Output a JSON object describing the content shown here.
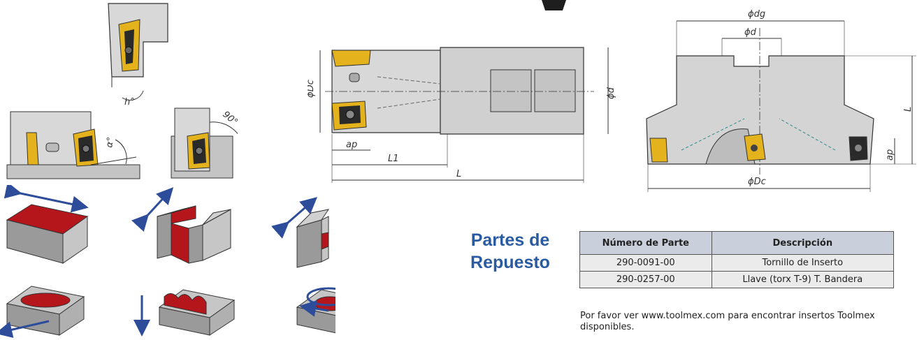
{
  "drawing_labels": {
    "h_angle": "h°",
    "a_angle": "α°",
    "ninety": "90°",
    "dia_dc_side": "ϕDc",
    "dia_d_side": "ϕd",
    "ap_left": "ap",
    "l1": "L1",
    "l_left": "L",
    "dia_dg": "ϕdg",
    "dia_d_top": "ϕd",
    "l_right": "L",
    "ap_right": "ap",
    "dia_dc_bottom": "ϕDc"
  },
  "spare_parts": {
    "title_line1": "Partes de",
    "title_line2": "Repuesto",
    "headers": [
      "Número de Parte",
      "Descripción"
    ],
    "rows": [
      [
        "290-0091-00",
        "Tornillo de Inserto"
      ],
      [
        "290-0257-00",
        "Llave (torx T-9) T. Bandera"
      ]
    ]
  },
  "note": "Por favor ver www.toolmex.com para encontrar insertos Toolmex disponibles.",
  "colors": {
    "accent_blue": "#2a5aa0",
    "header_bg": "#c9d0dc",
    "row_bg": "#ebebeb",
    "insert_gold": "#e3b21c",
    "machined_red": "#b5161b",
    "block_gray": "#a9a9a9"
  }
}
